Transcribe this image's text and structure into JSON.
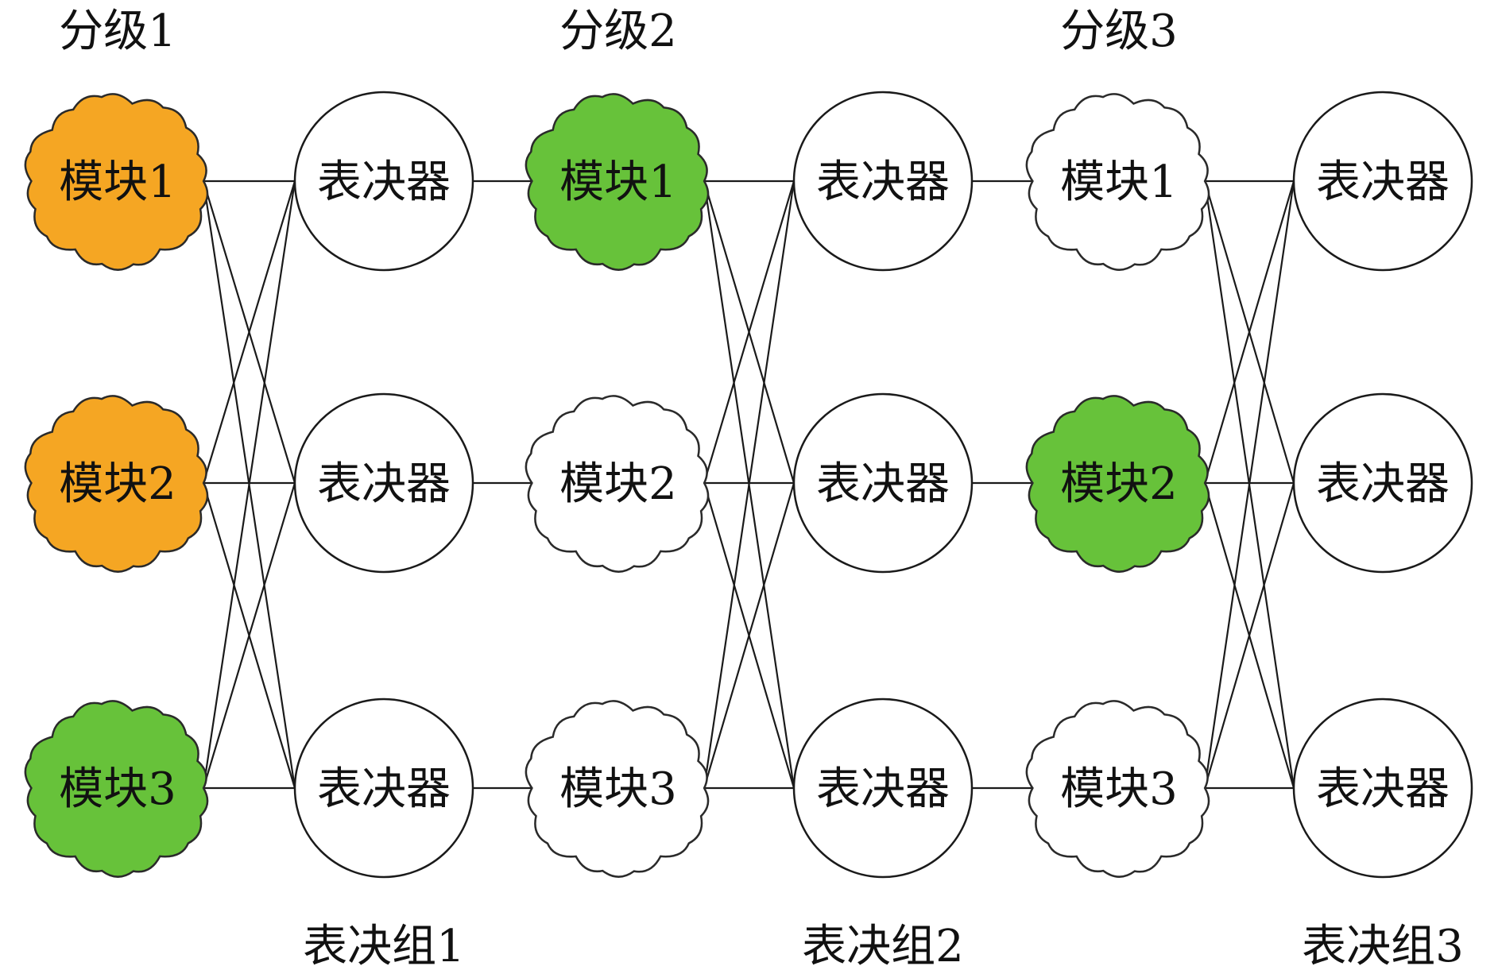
{
  "stages": [
    {
      "label": "分级1"
    },
    {
      "label": "分级2"
    },
    {
      "label": "分级3"
    }
  ],
  "modules": [
    [
      {
        "label": "模块1",
        "state": "orange"
      },
      {
        "label": "模块2",
        "state": "orange"
      },
      {
        "label": "模块3",
        "state": "green"
      }
    ],
    [
      {
        "label": "模块1",
        "state": "green"
      },
      {
        "label": "模块2",
        "state": "white"
      },
      {
        "label": "模块3",
        "state": "white"
      }
    ],
    [
      {
        "label": "模块1",
        "state": "white"
      },
      {
        "label": "模块2",
        "state": "green"
      },
      {
        "label": "模块3",
        "state": "white"
      }
    ]
  ],
  "voter_label": "表决器",
  "voter_groups": [
    {
      "label": "表决组1"
    },
    {
      "label": "表决组2"
    },
    {
      "label": "表决组3"
    }
  ],
  "colors": {
    "orange": "#f5a623",
    "green": "#67c23a",
    "white": "#ffffff",
    "line": "#1a1a1a"
  }
}
